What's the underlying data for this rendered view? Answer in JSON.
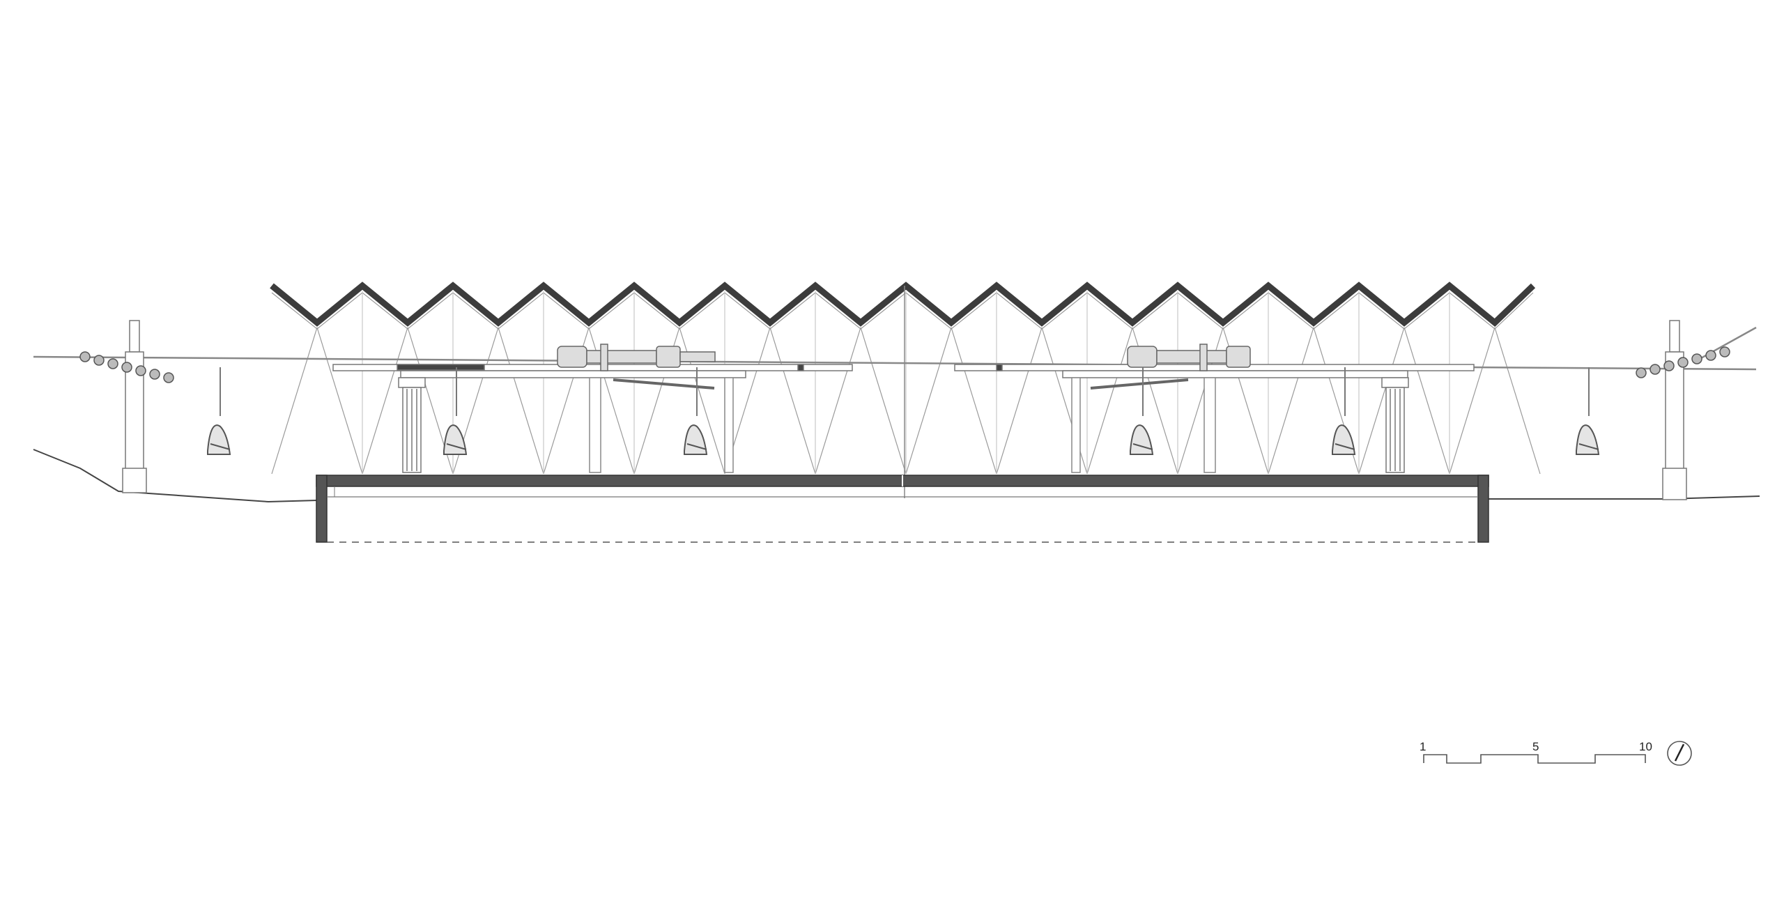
{
  "drawing": {
    "type": "architectural-section",
    "line_color": "#8a8a8a",
    "heavy_color": "#3c3c3c",
    "fill_color": "#555555"
  },
  "scale_bar": {
    "labels": [
      "1",
      "5",
      "10"
    ]
  },
  "north_arrow": {
    "icon": "north-arrow-icon"
  }
}
